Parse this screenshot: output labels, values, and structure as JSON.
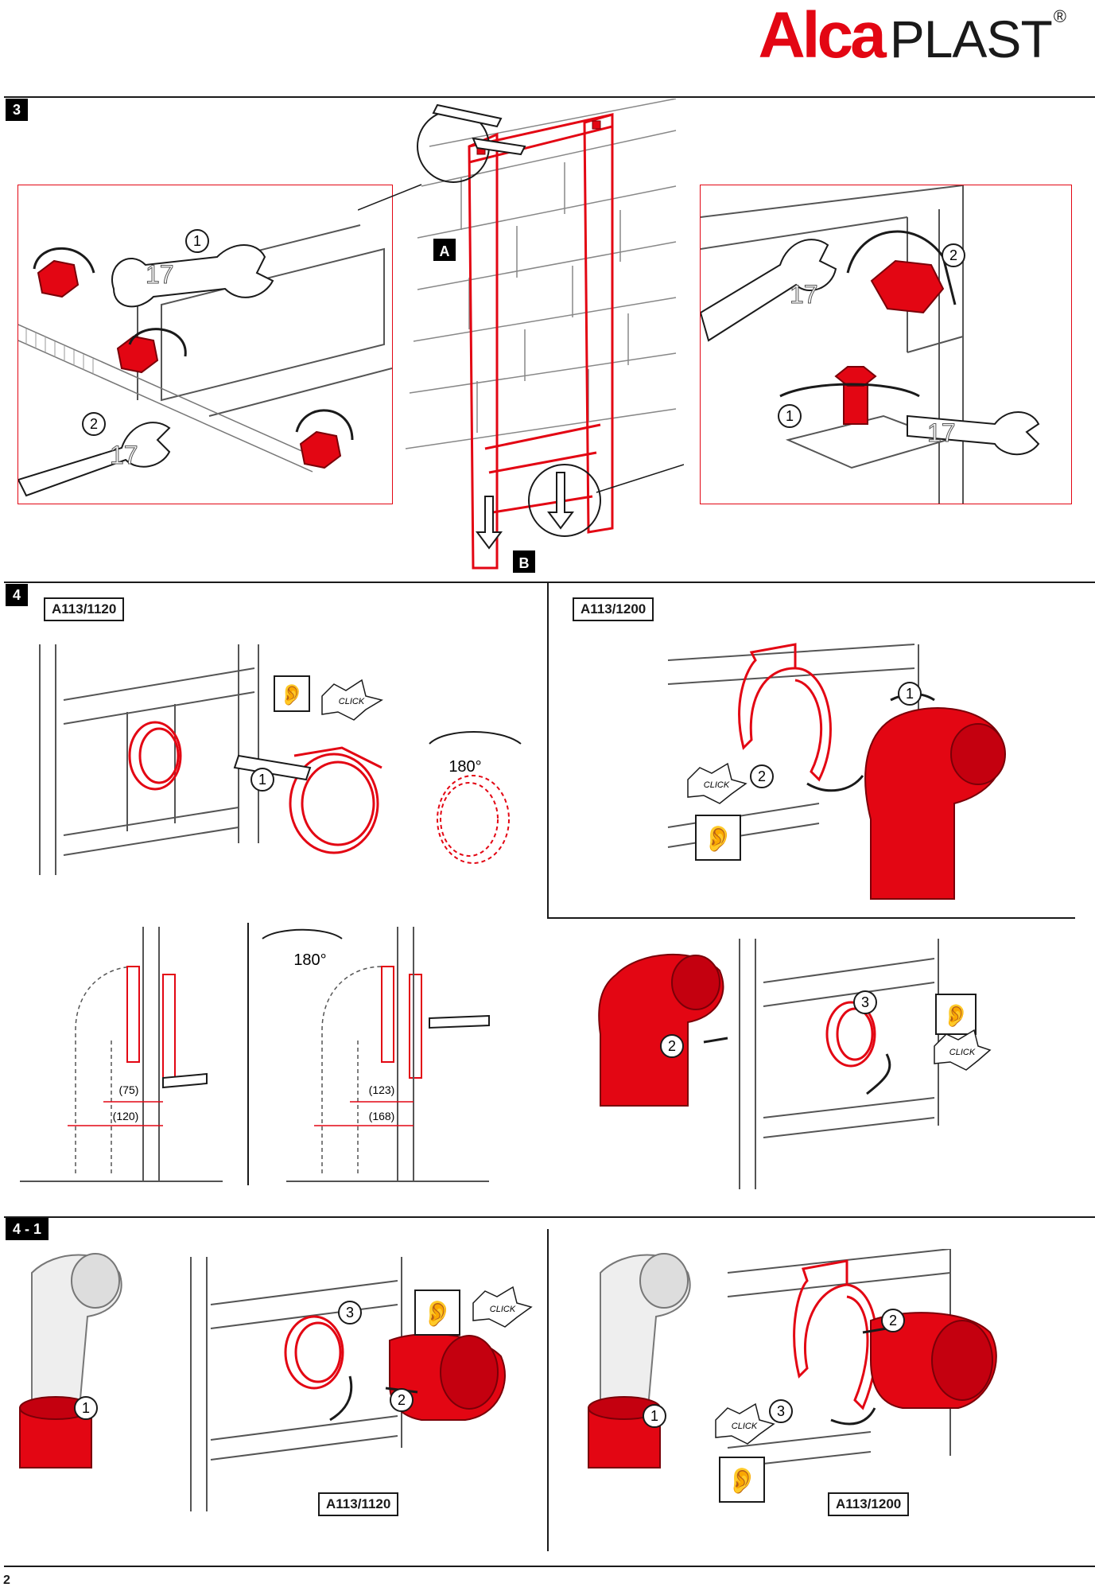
{
  "brand": {
    "name_red": "Alca",
    "name_dark": "PLAST",
    "registered": "®"
  },
  "colors": {
    "accent": "#e30613",
    "line": "#1a1a1a",
    "wall": "#6b6b6b"
  },
  "steps": {
    "s3": {
      "number": "3",
      "callout_a": "A",
      "callout_b": "B",
      "wrench_size": "17",
      "left_num1": "1",
      "left_num2": "2",
      "right_num1": "1",
      "right_num2": "2"
    },
    "s4": {
      "number": "4",
      "model_left": "A113/1120",
      "model_right": "A113/1200",
      "click": "CLICK",
      "rotation": "180°",
      "num1": "1",
      "num2": "2",
      "num3": "3",
      "dims_left": [
        "(75)",
        "(120)"
      ],
      "dims_right": [
        "(123)",
        "(168)"
      ]
    },
    "s41": {
      "number": "4 - 1",
      "model_left": "A113/1120",
      "model_right": "A113/1200",
      "click": "CLICK",
      "num1": "1",
      "num2": "2",
      "num3": "3"
    }
  },
  "page_number": "2"
}
